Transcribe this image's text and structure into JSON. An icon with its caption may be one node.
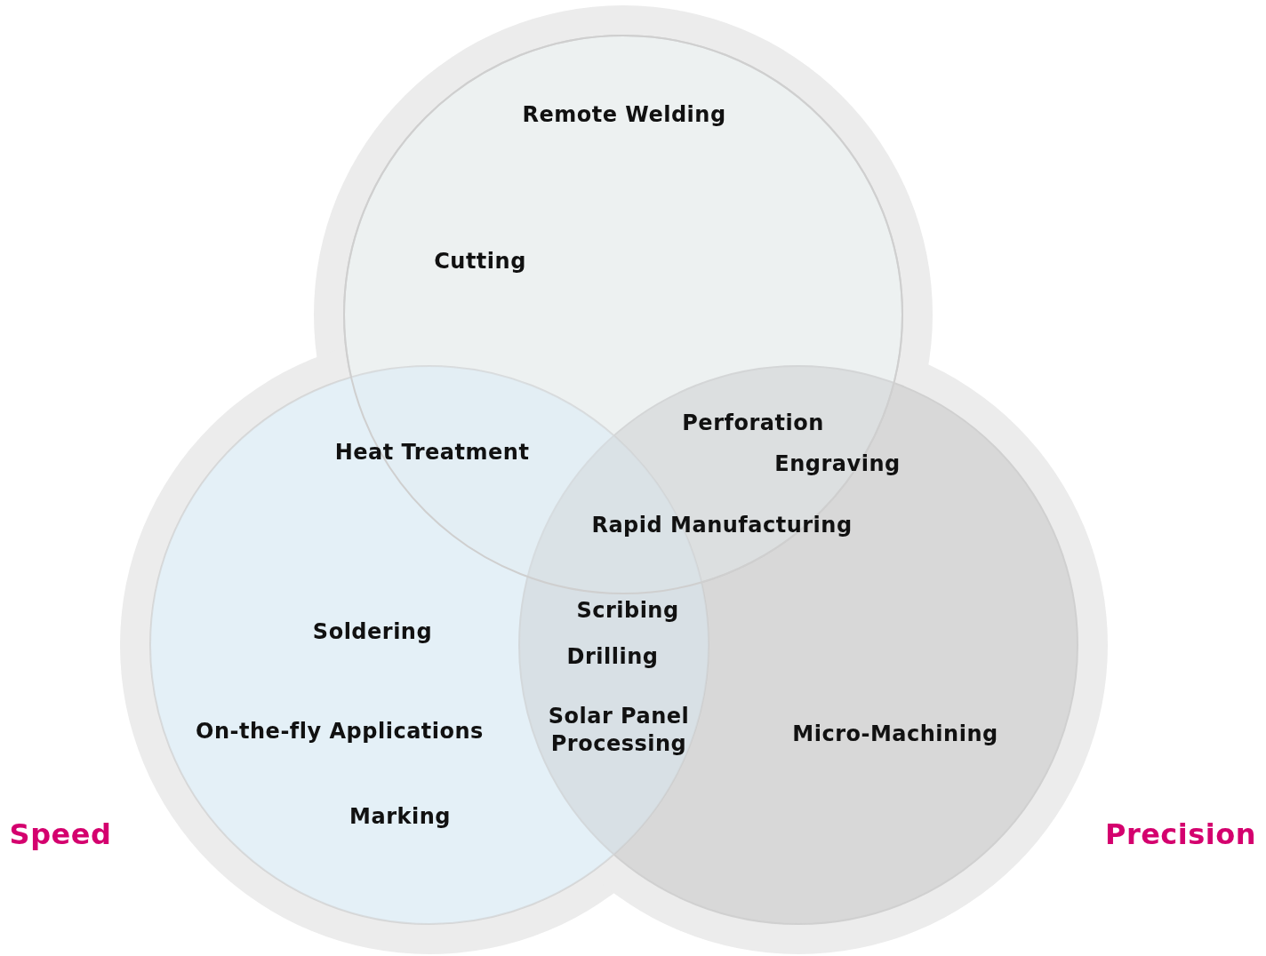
{
  "diagram": {
    "labels": [
      "Remote Welding",
      "Cutting",
      "Perforation",
      "Heat Treatment",
      "Engraving",
      "Rapid Manufacturing",
      "Scribing",
      "Soldering",
      "Drilling",
      "Solar Panel Processing",
      "On-the-fly Applications",
      "Micro-Machining",
      "Marking",
      "Speed",
      "Precision"
    ]
  }
}
